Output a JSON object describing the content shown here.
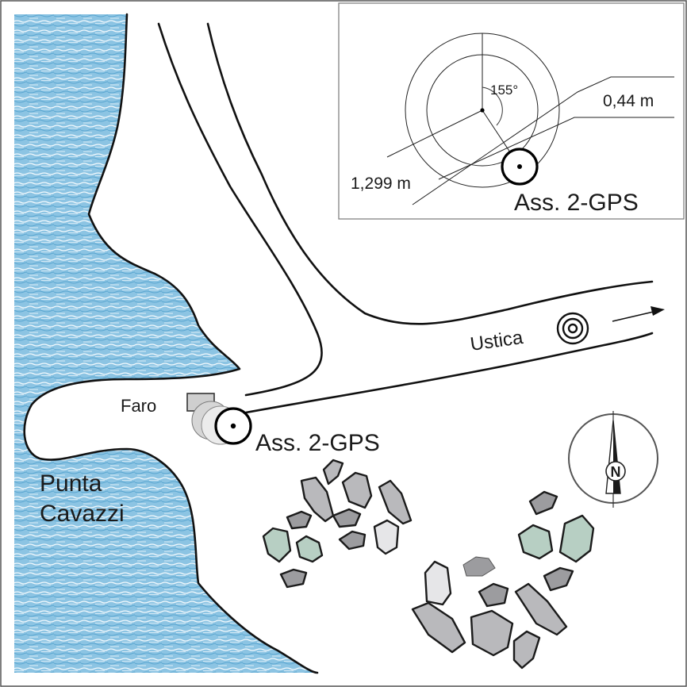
{
  "labels": {
    "headland_line1": "Punta",
    "headland_line2": "Cavazzi",
    "lighthouse": "Faro",
    "station": "Ass. 2-GPS",
    "direction": "Ustica"
  },
  "inset": {
    "station": "Ass. 2-GPS",
    "angle": "155°",
    "offset": "0,44 m",
    "radius": "1,299 m"
  },
  "compass": {
    "letter": "N"
  },
  "colors": {
    "sea": "#6fb5d9",
    "sea_light": "#eef7fc",
    "rock_gray": "#b9b9bc",
    "rock_dark": "#9c9c9f",
    "rock_green": "#b7cfc3",
    "rock_light": "#e6e6e8",
    "lighthouse": "#cfcfcf"
  }
}
